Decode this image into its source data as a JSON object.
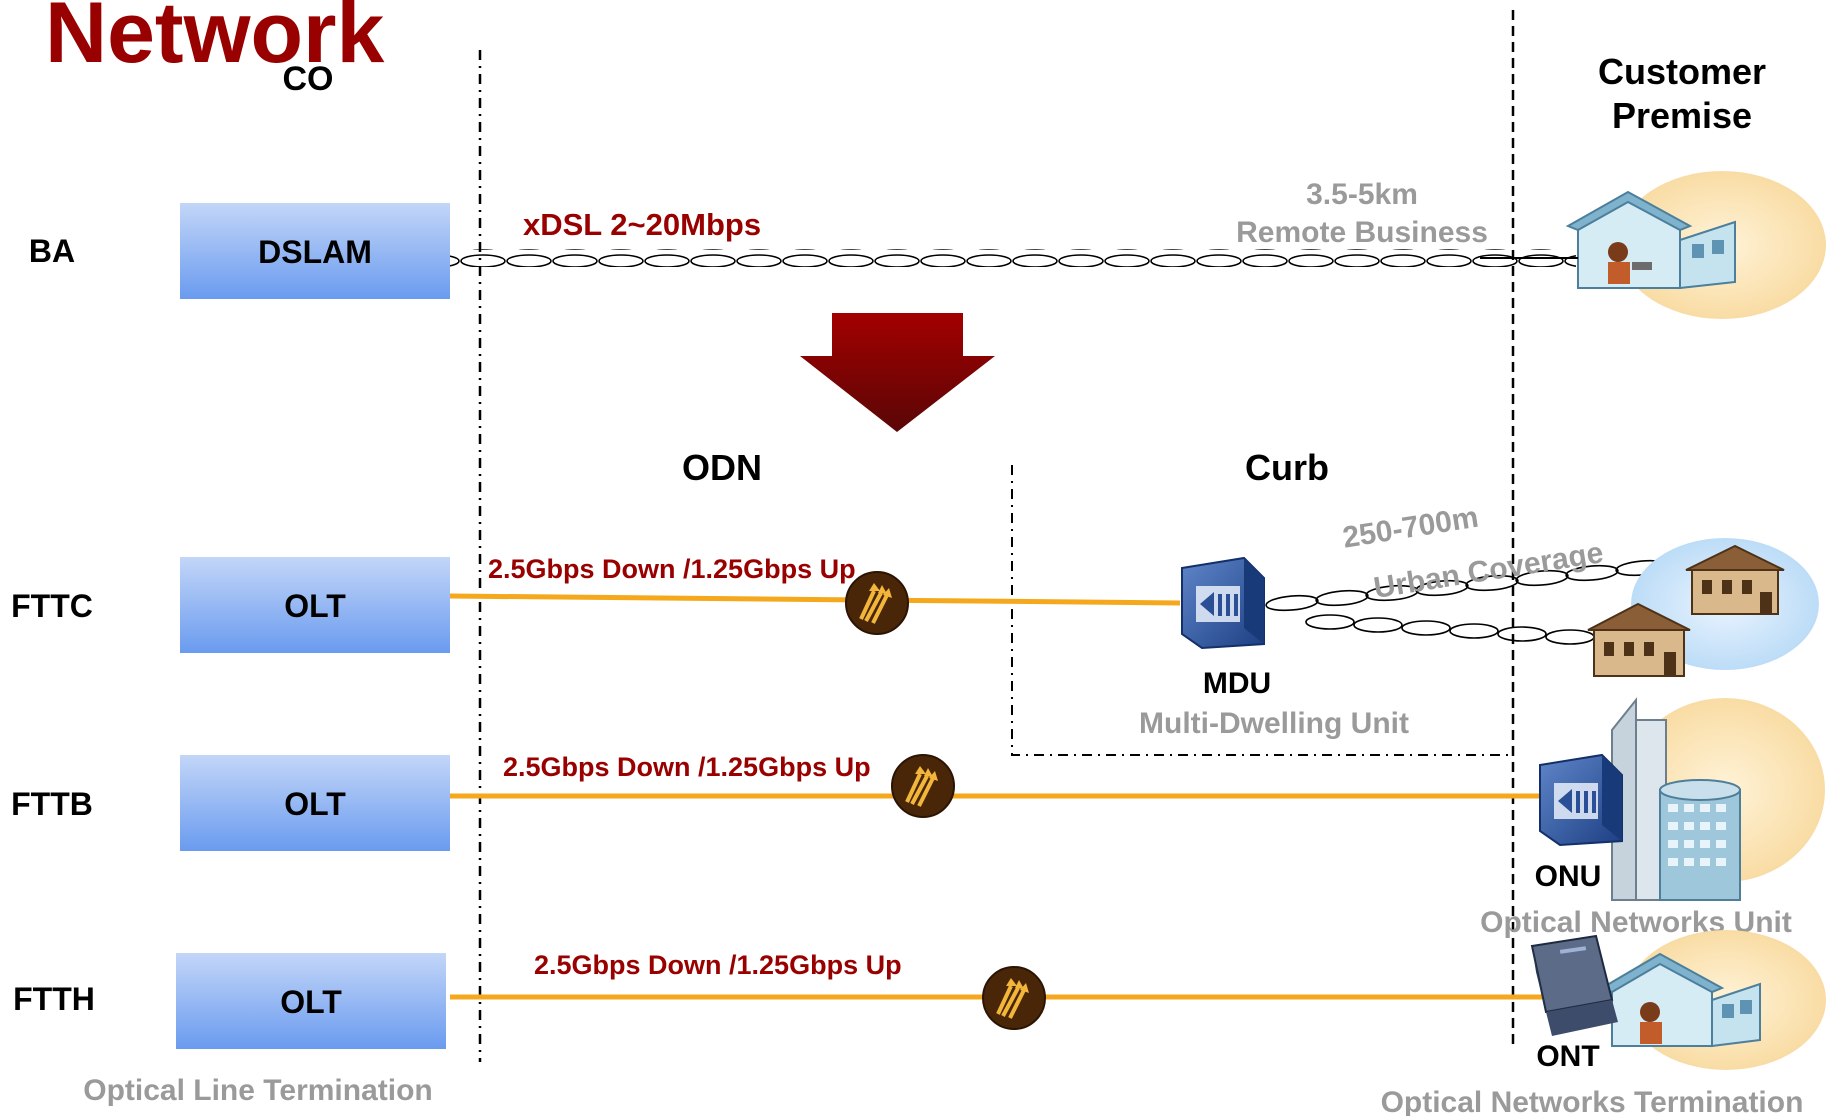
{
  "title": "Network",
  "columns": {
    "co": "CO",
    "odn": "ODN",
    "curb": "Curb",
    "customer_line1": "Customer",
    "customer_line2": "Premise"
  },
  "rows": {
    "ba": "BA",
    "fttc": "FTTC",
    "fttb": "FTTB",
    "ftth": "FTTH"
  },
  "boxes": {
    "dslam": "DSLAM",
    "olt": "OLT"
  },
  "links": {
    "xdsl": "xDSL 2~20Mbps",
    "distance": "3.5-5km",
    "remote": "Remote Business",
    "gpon": "2.5Gbps Down /1.25Gbps Up",
    "urban_distance": "250-700m",
    "urban": "Urban Coverage"
  },
  "devices": {
    "mdu": "MDU",
    "mdu_desc": "Multi-Dwelling Unit",
    "onu": "ONU",
    "onu_desc": "Optical Networks Unit",
    "ont": "ONT",
    "ont_desc": "Optical Networks Termination",
    "olt_desc": "Optical Line Termination"
  },
  "colors": {
    "title": "#990000",
    "accent_red": "#8b1a1a",
    "fiber": "#f5a81c",
    "box_top": "#b4cdf7",
    "box_bottom": "#6a9bef",
    "gray_text": "#9a9a9a"
  }
}
